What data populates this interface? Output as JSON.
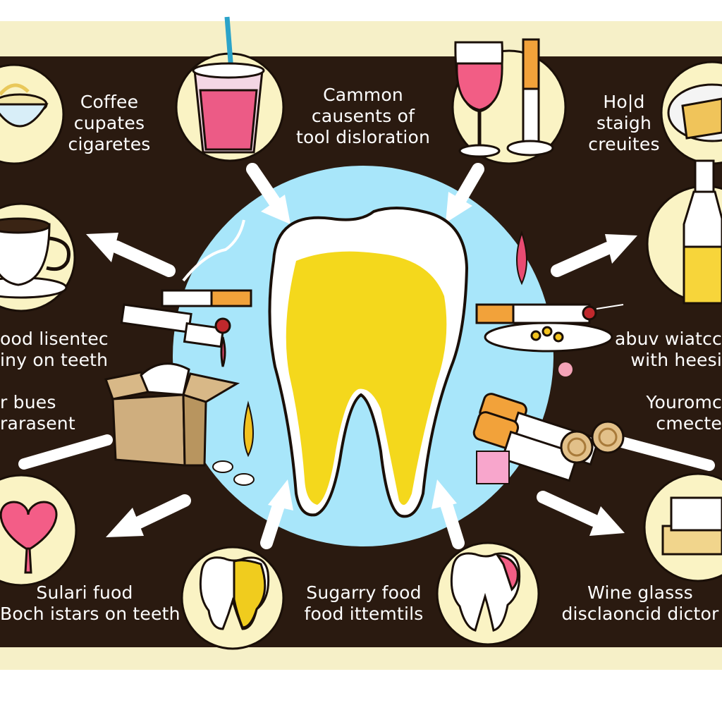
{
  "title": [
    "Cammon",
    "causents of",
    "tool disloration"
  ],
  "labels": {
    "top_left": [
      "Coffee",
      "cupates",
      "cigaretes"
    ],
    "top_right": [
      "Ho|d",
      "staigh",
      "creuites"
    ],
    "mid_left": [
      "ood lisentec",
      "iny on teeth"
    ],
    "mid_left_lower": [
      "r  bues",
      "rarasent"
    ],
    "mid_right": [
      "abuv wiatcc",
      "with heesi"
    ],
    "mid_right_lower": [
      "Youromc",
      "cmecte"
    ],
    "bottom_left": [
      "Sulari fuod",
      "Boch istars on teeth"
    ],
    "bottom_center": [
      "Sugarry food",
      "food ittemtils"
    ],
    "bottom_right": [
      "Wine glasss",
      "disclaoncid dictor"
    ]
  },
  "colors": {
    "board": "#2a1a10",
    "frame": "#f6f0c8",
    "medallion": "#faf3c4",
    "center_circle": "#a8e6fa",
    "stain": "#f4d81c",
    "arrow": "#ffffff",
    "text": "#ffffff"
  },
  "icons": [
    "tooth-icon",
    "coffee-cup-icon",
    "soda-cup-icon",
    "wine-glass-icon",
    "cigarette-icon",
    "bottle-icon",
    "heart-icon",
    "cake-icon",
    "box-icon",
    "sugar-cube-icon",
    "plate-icon"
  ]
}
